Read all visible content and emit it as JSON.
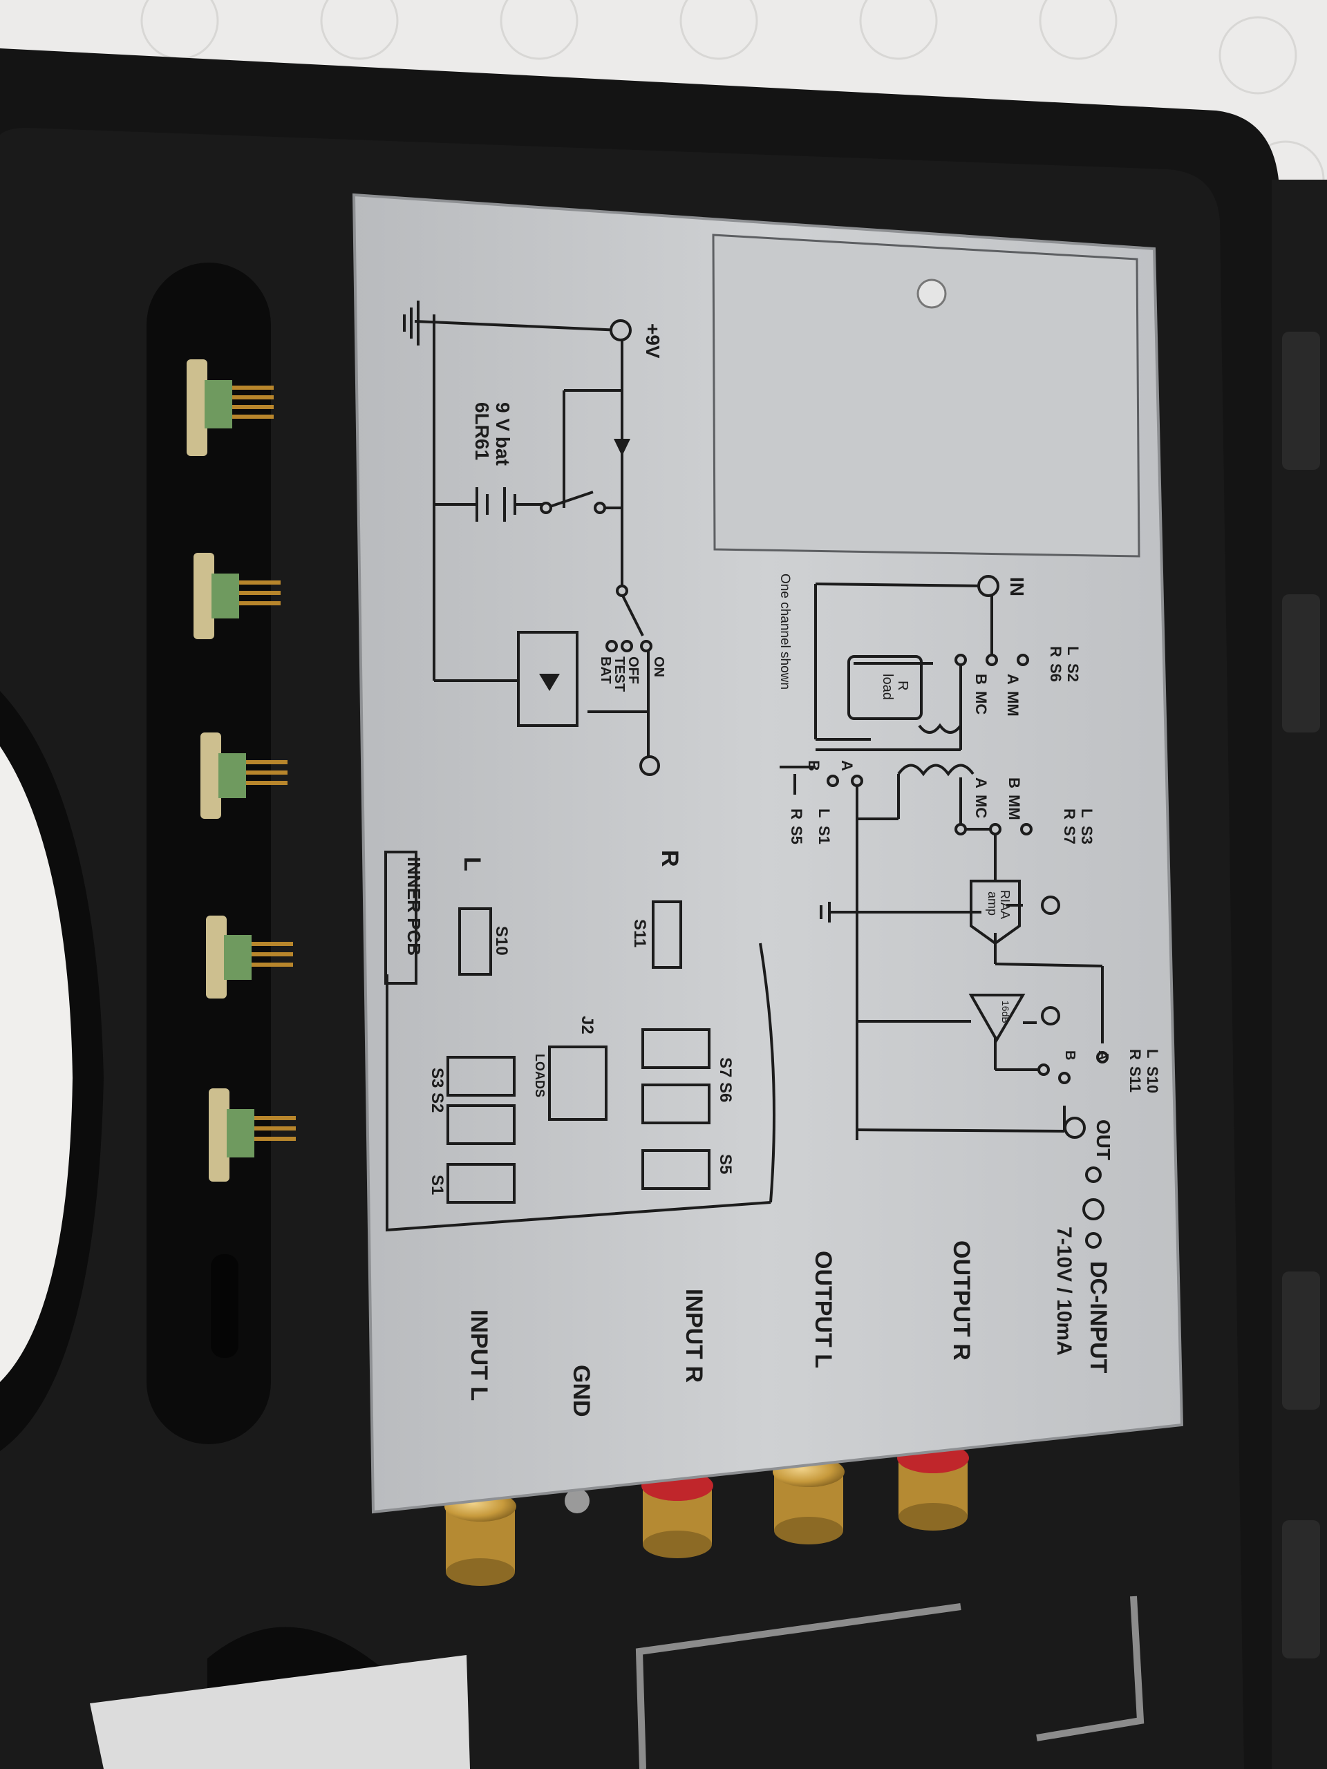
{
  "colors": {
    "table": "#ecebea",
    "case": "#141414",
    "foam": "#1a1a1a",
    "panel": "#c3c5c7",
    "ink": "#1c1c1c",
    "gold": "#c79a3c",
    "red": "#c0262b"
  },
  "schematic": {
    "plus9v": "+9V",
    "battery_line1": "9 V bat",
    "battery_line2": "6LR61",
    "sw_on": "ON",
    "sw_off": "OFF",
    "sw_test": "TEST",
    "sw_bat": "BAT",
    "in_label": "IN",
    "one_channel": "One channel shown",
    "s2_label": "S2",
    "s6_label": "S6",
    "mm_top": "MM",
    "mc_top": "MC",
    "rload_line1": "R",
    "rload_line2": "load",
    "s3_label": "S3",
    "s7_label": "S7",
    "mm_bottom": "MM",
    "mc_bottom": "MC",
    "s1_label": "S1",
    "s5_label": "S5",
    "riaa_line1": "RIAA",
    "riaa_line2": "amp",
    "gain": "16dB",
    "s10_label": "S10",
    "s11_label": "S11",
    "out_label": "OUT",
    "letter_l": "L",
    "letter_r": "R",
    "letter_a": "A",
    "letter_b": "B"
  },
  "pcb": {
    "title": "INNER PCB",
    "ch_r": "R",
    "ch_l": "L",
    "s11": "S11",
    "s10": "S10",
    "j2": "J2",
    "loads": "LOADS",
    "s7s6": "S7 S6",
    "s5": "S5",
    "s3s2": "S3 S2",
    "s1": "S1"
  },
  "panel_labels": {
    "dc_input": "DC-INPUT",
    "dc_spec": "7-10V / 10mA",
    "output_r": "OUTPUT R",
    "output_l": "OUTPUT L",
    "input_r": "INPUT R",
    "gnd": "GND",
    "input_l": "INPUT L"
  }
}
